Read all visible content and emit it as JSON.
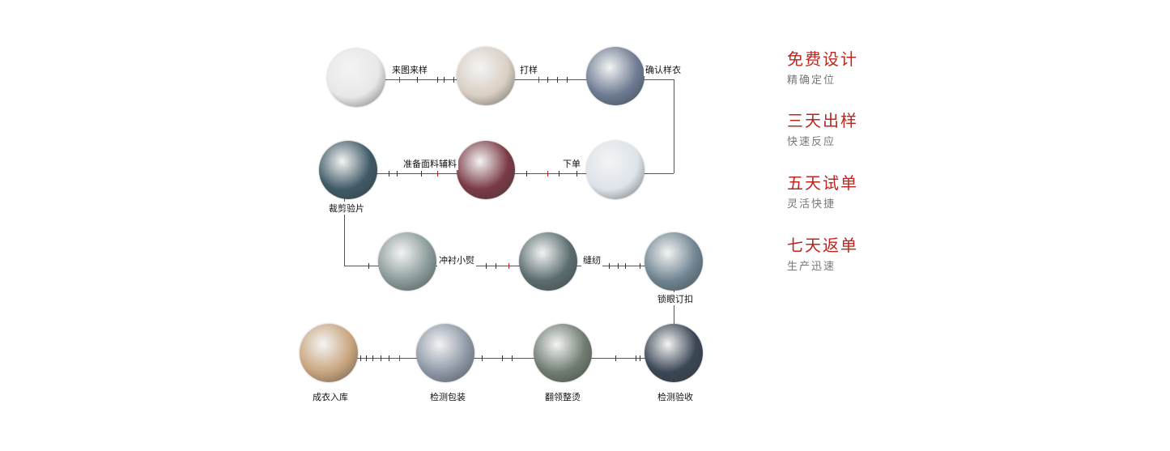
{
  "steps": [
    {
      "label": "来图来样",
      "color": "#e8e8e8"
    },
    {
      "label": "打样",
      "color": "#d9cfc4"
    },
    {
      "label": "确认样衣",
      "color": "#6d7a92"
    },
    {
      "label": "下单",
      "color": "#dde3ea"
    },
    {
      "label": "准备面料辅料",
      "color": "#7a3a45"
    },
    {
      "label": "裁剪验片",
      "color": "#3f5a66"
    },
    {
      "label": "冲衬小熨",
      "color": "#8a9a9a"
    },
    {
      "label": "缝纫",
      "color": "#5b6d70"
    },
    {
      "label": "锁眼订扣",
      "color": "#6f8491"
    },
    {
      "label": "检测验收",
      "color": "#3a4655"
    },
    {
      "label": "翻领整烫",
      "color": "#6f7c70"
    },
    {
      "label": "检测包装",
      "color": "#8d98a6"
    },
    {
      "label": "成衣入库",
      "color": "#c9a57e"
    }
  ],
  "features": [
    {
      "title": "免费设计",
      "subtitle": "精确定位"
    },
    {
      "title": "三天出样",
      "subtitle": "快速反应"
    },
    {
      "title": "五天试单",
      "subtitle": "灵活快捷"
    },
    {
      "title": "七天返单",
      "subtitle": "生产迅速"
    }
  ]
}
